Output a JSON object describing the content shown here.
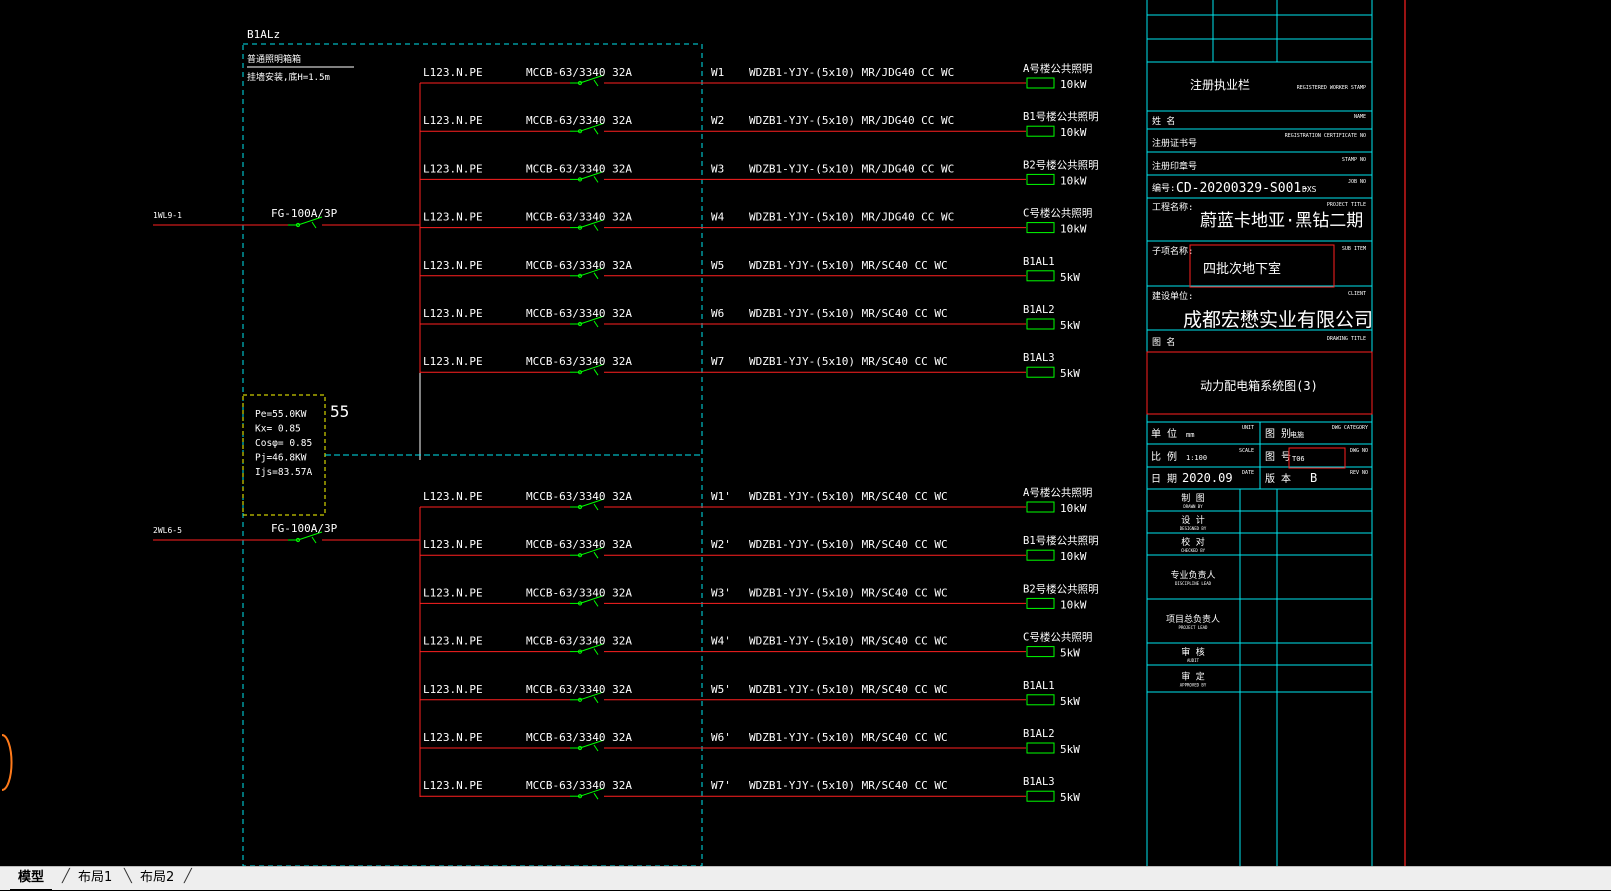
{
  "colors": {
    "background": "#000000",
    "bus_red": "#ff2020",
    "box_cyan": "#00e5ee",
    "breaker_green": "#00ff00",
    "load_box_yellow": "#ffff00",
    "text_white": "#ffffff",
    "title_yellow": "#ffff00",
    "highlight_red": "#ff2020"
  },
  "panel": {
    "id": "B1ALz",
    "subtitle1": "普通照明箱箱",
    "subtitle2": "挂墙安装,底H=1.5m"
  },
  "feeders": [
    {
      "source": "1WL9-1",
      "breaker": "FG-100A/3P"
    },
    {
      "source": "2WL6-5",
      "breaker": "FG-100A/3P"
    }
  ],
  "load_calc": {
    "lines": [
      "Pe=55.0KW",
      "Kx= 0.85",
      "Cosφ= 0.85",
      "Pj=46.8KW",
      "Ijs=83.57A"
    ],
    "marker": "55"
  },
  "circuit_groups": [
    [
      {
        "phase": "L123.N.PE",
        "breaker": "MCCB-63/3340 32A",
        "id": "W1",
        "cable": "WDZB1-YJY-(5x10) MR/JDG40 CC WC",
        "load": "A号楼公共照明",
        "power": "10kW"
      },
      {
        "phase": "L123.N.PE",
        "breaker": "MCCB-63/3340 32A",
        "id": "W2",
        "cable": "WDZB1-YJY-(5x10) MR/JDG40 CC WC",
        "load": "B1号楼公共照明",
        "power": "10kW"
      },
      {
        "phase": "L123.N.PE",
        "breaker": "MCCB-63/3340 32A",
        "id": "W3",
        "cable": "WDZB1-YJY-(5x10) MR/JDG40 CC WC",
        "load": "B2号楼公共照明",
        "power": "10kW"
      },
      {
        "phase": "L123.N.PE",
        "breaker": "MCCB-63/3340 32A",
        "id": "W4",
        "cable": "WDZB1-YJY-(5x10) MR/JDG40 CC WC",
        "load": "C号楼公共照明",
        "power": "10kW"
      },
      {
        "phase": "L123.N.PE",
        "breaker": "MCCB-63/3340 32A",
        "id": "W5",
        "cable": "WDZB1-YJY-(5x10) MR/SC40 CC WC",
        "load": "B1AL1",
        "power": "5kW"
      },
      {
        "phase": "L123.N.PE",
        "breaker": "MCCB-63/3340 32A",
        "id": "W6",
        "cable": "WDZB1-YJY-(5x10) MR/SC40 CC WC",
        "load": "B1AL2",
        "power": "5kW"
      },
      {
        "phase": "L123.N.PE",
        "breaker": "MCCB-63/3340 32A",
        "id": "W7",
        "cable": "WDZB1-YJY-(5x10) MR/SC40 CC WC",
        "load": "B1AL3",
        "power": "5kW"
      }
    ],
    [
      {
        "phase": "L123.N.PE",
        "breaker": "MCCB-63/3340 32A",
        "id": "W1'",
        "cable": "WDZB1-YJY-(5x10) MR/SC40 CC WC",
        "load": "A号楼公共照明",
        "power": "10kW"
      },
      {
        "phase": "L123.N.PE",
        "breaker": "MCCB-63/3340 32A",
        "id": "W2'",
        "cable": "WDZB1-YJY-(5x10) MR/SC40 CC WC",
        "load": "B1号楼公共照明",
        "power": "10kW"
      },
      {
        "phase": "L123.N.PE",
        "breaker": "MCCB-63/3340 32A",
        "id": "W3'",
        "cable": "WDZB1-YJY-(5x10) MR/SC40 CC WC",
        "load": "B2号楼公共照明",
        "power": "10kW"
      },
      {
        "phase": "L123.N.PE",
        "breaker": "MCCB-63/3340 32A",
        "id": "W4'",
        "cable": "WDZB1-YJY-(5x10) MR/SC40 CC WC",
        "load": "C号楼公共照明",
        "power": "5kW"
      },
      {
        "phase": "L123.N.PE",
        "breaker": "MCCB-63/3340 32A",
        "id": "W5'",
        "cable": "WDZB1-YJY-(5x10) MR/SC40 CC WC",
        "load": "B1AL1",
        "power": "5kW"
      },
      {
        "phase": "L123.N.PE",
        "breaker": "MCCB-63/3340 32A",
        "id": "W6'",
        "cable": "WDZB1-YJY-(5x10) MR/SC40 CC WC",
        "load": "B1AL2",
        "power": "5kW"
      },
      {
        "phase": "L123.N.PE",
        "breaker": "MCCB-63/3340 32A",
        "id": "W7'",
        "cable": "WDZB1-YJY-(5x10) MR/SC40 CC WC",
        "load": "B1AL3",
        "power": "5kW"
      }
    ]
  ],
  "title_block": {
    "seal_label": "注册执业栏",
    "seal_label_en": "REGISTERED WORKER STAMP",
    "name_label": "姓    名",
    "name_label_en": "NAME",
    "reg_cert_label": "注册证书号",
    "reg_cert_label_en": "REGISTRATION CERTIFICATE NO",
    "stamp_no_label": "注册印章号",
    "stamp_no_label_en": "STAMP NO",
    "job_no_label": "编号:",
    "job_no": "CD-20200329-S001-",
    "job_no_suffix": "DXS",
    "job_no_label_en": "JOB NO",
    "project_label": "工程名称:",
    "project_label_en": "PROJECT TITLE",
    "project_name": "蔚蓝卡地亚·黑钻二期",
    "sub_item_label": "子项名称:",
    "sub_item_label_en": "SUB ITEM",
    "sub_item": "四批次地下室",
    "client_label": "建设单位:",
    "client_label_en": "CLIENT",
    "client": "成都宏懋实业有限公司",
    "drawing_label": "图    名",
    "drawing_label_en": "DRAWING TITLE",
    "drawing_title": "动力配电箱系统图(3)",
    "unit_label": "单 位",
    "unit_value": "mm",
    "unit_label_en": "UNIT",
    "category_label": "图 别",
    "category_value": "电施",
    "category_label_en": "DWG CATEGORY",
    "scale_label": "比 例",
    "scale_value": "1:100",
    "scale_label_en": "SCALE",
    "dwg_no_label": "图 号",
    "dwg_no_value": "T06",
    "dwg_no_label_en": "DWG NO",
    "date_label": "日 期",
    "date_value": "2020.09",
    "date_label_en": "DATE",
    "version_label": "版 本",
    "version_value": "B",
    "version_label_en": "REV NO",
    "roles": [
      {
        "label": "制    图",
        "en": "DRAWN BY"
      },
      {
        "label": "设    计",
        "en": "DESIGNED BY"
      },
      {
        "label": "校    对",
        "en": "CHECKED BY"
      },
      {
        "label": "专业负责人",
        "en": "DISCIPLINE LEAD"
      },
      {
        "label": "项目总负责人",
        "en": "PROJECT LEAD"
      },
      {
        "label": "审    核",
        "en": "AUDIT"
      },
      {
        "label": "审    定",
        "en": "APPROVED BY"
      }
    ]
  },
  "tabs": [
    {
      "label": "模型",
      "active": true
    },
    {
      "label": "布局1",
      "active": false
    },
    {
      "label": "布局2",
      "active": false
    }
  ]
}
